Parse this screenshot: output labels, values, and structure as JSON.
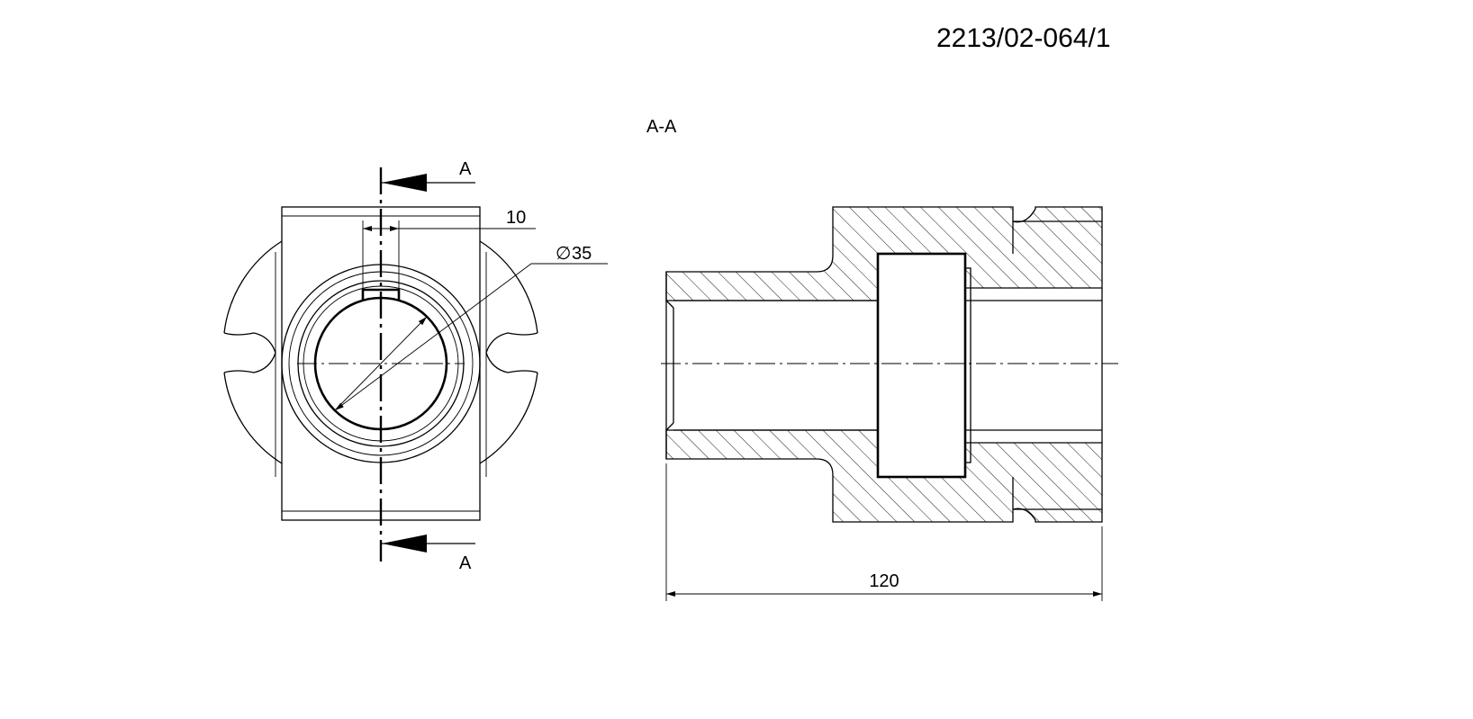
{
  "drawing_number": "2213/02-064/1",
  "section_title": "A-A",
  "cut_labels": {
    "top": "A",
    "bottom": "A"
  },
  "dimensions": {
    "keyway_width": "10",
    "bore_diameter": "35",
    "overall_length": "120"
  },
  "symbols": {
    "diameter": "∅"
  }
}
